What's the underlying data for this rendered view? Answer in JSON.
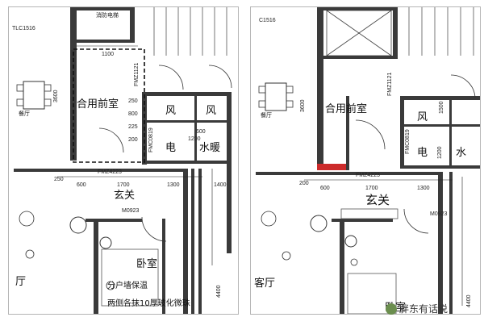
{
  "left": {
    "rooms": {
      "front_room": "合用前室",
      "wind": "风",
      "wind2": "风",
      "electric": "电",
      "heating": "水暖",
      "entrance": "玄关",
      "bedroom": "卧室",
      "living": "厅",
      "dining": "餐厅"
    },
    "note_line1": "分户墙保温",
    "note_line2": "两侧各抹10厚玻化微珠",
    "codes": {
      "window_top": "TLC1516",
      "door_fire": "FMZ1121",
      "door_entry": "FMZ4223",
      "door_m": "M0923",
      "door_small": "FMC0819",
      "top_sign": "消防电梯"
    },
    "dims": {
      "d1100": "1100",
      "d600a": "600",
      "d1700": "1700",
      "d1300": "1300",
      "d1400": "1400",
      "d600b": "600",
      "d250": "250",
      "d800": "800",
      "d225": "225",
      "d200": "200",
      "d1200": "1200",
      "d3600": "3600",
      "d4400": "4400",
      "d250b": "250"
    }
  },
  "right": {
    "rooms": {
      "front_room": "合用前室",
      "wind": "风",
      "electric": "电",
      "water": "水",
      "entrance": "玄关",
      "bedroom": "卧室",
      "living": "客厅",
      "dining": "餐厅"
    },
    "codes": {
      "window_top": "C1516",
      "door_fire": "FMZ1121",
      "door_entry": "FMZ4223",
      "door_m": "M0923",
      "door_small": "FMC0819"
    },
    "dims": {
      "d600": "600",
      "d1700": "1700",
      "d1300": "1300",
      "d1500": "1500",
      "d1200": "1200",
      "d200": "200",
      "d3600": "3600",
      "d4400": "4400"
    }
  },
  "watermark": "胖东有话说",
  "colors": {
    "wall": "#3a3a3a",
    "red_wall": "#cc2b2b",
    "line": "#222222"
  }
}
